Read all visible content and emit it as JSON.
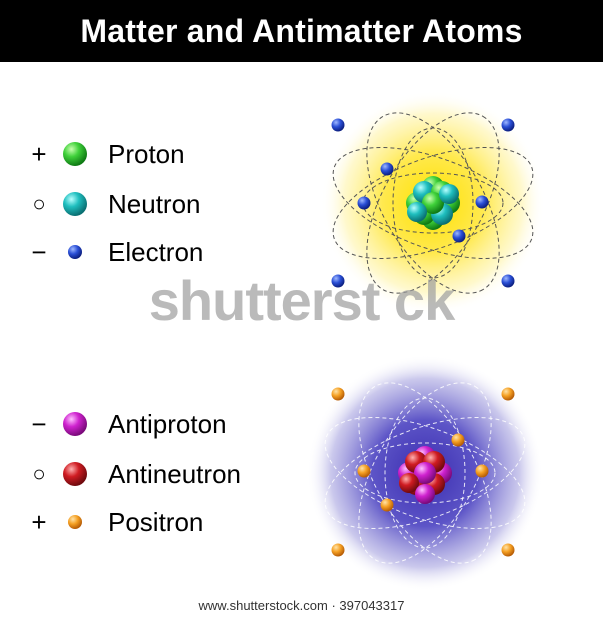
{
  "title": "Matter and Antimatter Atoms",
  "matter": {
    "particles": [
      {
        "sign": "+",
        "color": "#22b82a",
        "label": "Proton"
      },
      {
        "sign": "○",
        "color": "#18a8a8",
        "label": "Neutron"
      },
      {
        "sign": "−",
        "color": "#1f3fbf",
        "label": "Electron"
      }
    ]
  },
  "antimatter": {
    "particles": [
      {
        "sign": "−",
        "color": "#c21ec2",
        "label": "Antiproton"
      },
      {
        "sign": "○",
        "color": "#c0141e",
        "label": "Antineutron"
      },
      {
        "sign": "+",
        "color": "#f39a1c",
        "label": "Positron"
      }
    ]
  },
  "watermark": "shutterst  ck",
  "footer": "www.shutterstock.com · 397043317"
}
